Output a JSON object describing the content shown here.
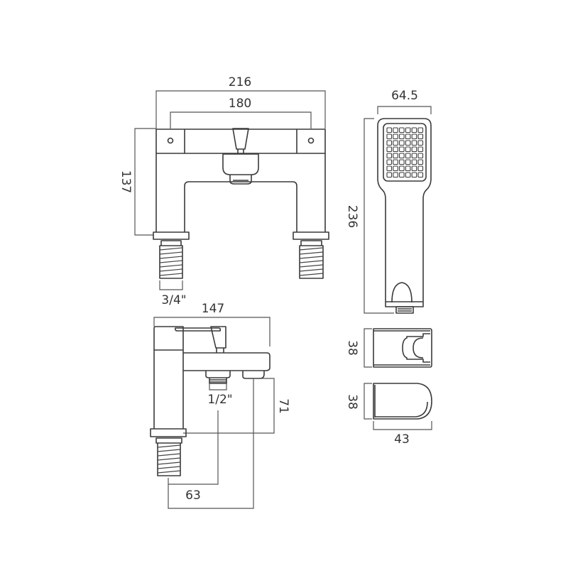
{
  "drawing": {
    "front_view": {
      "overall_width": "216",
      "centres": "180",
      "height": "137",
      "inlet_thread": "3/4\""
    },
    "handset": {
      "head_width": "64.5",
      "length": "236",
      "nozzle_rows": 8,
      "nozzle_cols": 6
    },
    "side_view": {
      "depth": "147",
      "outlet_thread": "1/2\"",
      "spout_height": "71",
      "spout_offset": "63"
    },
    "wall_bracket": {
      "height": "38"
    },
    "handset_holder": {
      "height": "38",
      "depth": "43"
    },
    "line_color": "#3a3a3a"
  }
}
